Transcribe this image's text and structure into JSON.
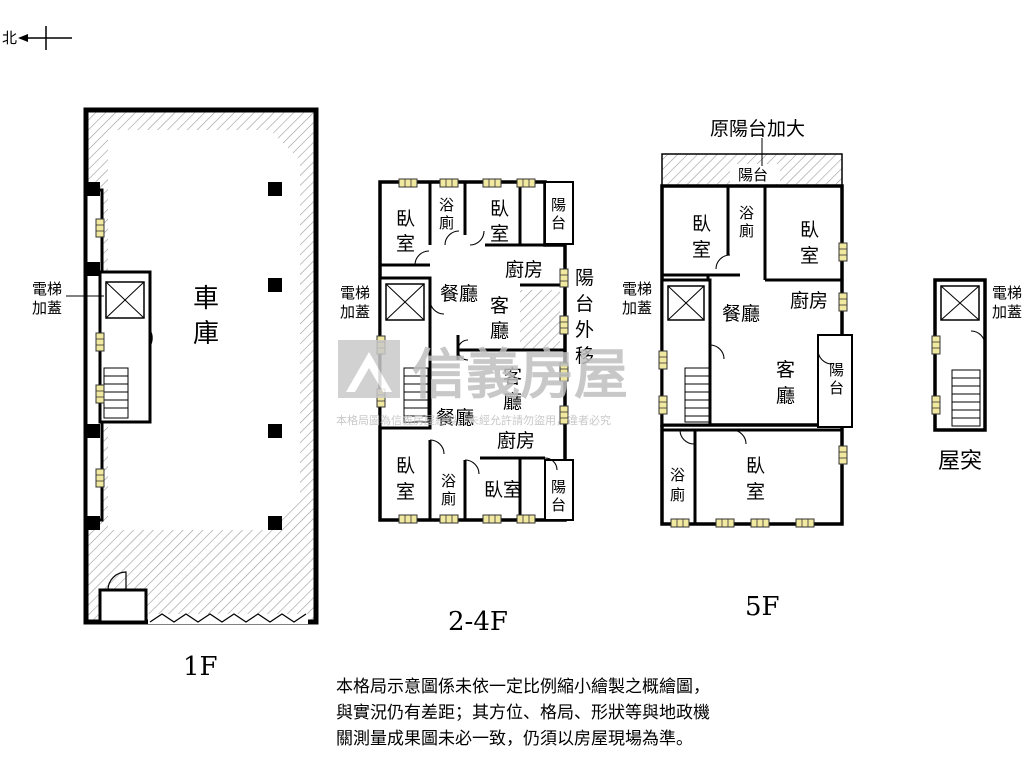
{
  "compass": {
    "north_label": "北"
  },
  "floor_1f": {
    "caption": "1F",
    "garage": [
      "車",
      "庫"
    ],
    "elevator_note": [
      "電梯",
      "加蓋"
    ]
  },
  "floor_2_4f": {
    "caption": "2-4F",
    "north_unit": {
      "bedroom_left": [
        "臥",
        "室"
      ],
      "bath": [
        "浴",
        "廁"
      ],
      "bedroom_right": [
        "臥",
        "室"
      ],
      "balcony": [
        "陽",
        "台"
      ],
      "kitchen": "廚房",
      "dining": "餐廳",
      "living": [
        "客",
        "廳"
      ]
    },
    "south_unit": {
      "living": [
        "客",
        "廳"
      ],
      "dining": "餐廳",
      "kitchen": "廚房",
      "bedroom_left": [
        "臥",
        "室"
      ],
      "bath": [
        "浴",
        "廁"
      ],
      "bedroom_right": "臥室",
      "balcony": [
        "陽",
        "台"
      ]
    },
    "balcony_moved": [
      "陽",
      "台",
      "外",
      "移"
    ],
    "elevator_note": [
      "電梯",
      "加蓋"
    ]
  },
  "floor_5f": {
    "caption": "5F",
    "enlarged_balcony_note": "原陽台加大",
    "balcony_top": "陽台",
    "bedroom_a": [
      "臥",
      "室"
    ],
    "bath_a": [
      "浴",
      "廁"
    ],
    "bedroom_b": [
      "臥",
      "室"
    ],
    "dining": "餐廳",
    "kitchen": "廚房",
    "living": [
      "客",
      "廳"
    ],
    "balcony_side": [
      "陽",
      "台"
    ],
    "bath_b": [
      "浴",
      "廁"
    ],
    "bedroom_c": [
      "臥",
      "室"
    ],
    "elevator_note": [
      "電梯",
      "加蓋"
    ]
  },
  "roof": {
    "caption": "屋突",
    "elevator_note": [
      "電梯",
      "加蓋"
    ]
  },
  "watermark": {
    "brand": "信義房屋",
    "note": "本格局圖為信義房屋繪製，未經允許請勿盜用，違者必究"
  },
  "disclaimer": [
    "本格局示意圖係未依一定比例縮小繪製之概繪圖，",
    "與實況仍有差距；其方位、格局、形狀等與地政機",
    "關測量成果圖未必一致，仍須以房屋現場為準。"
  ]
}
